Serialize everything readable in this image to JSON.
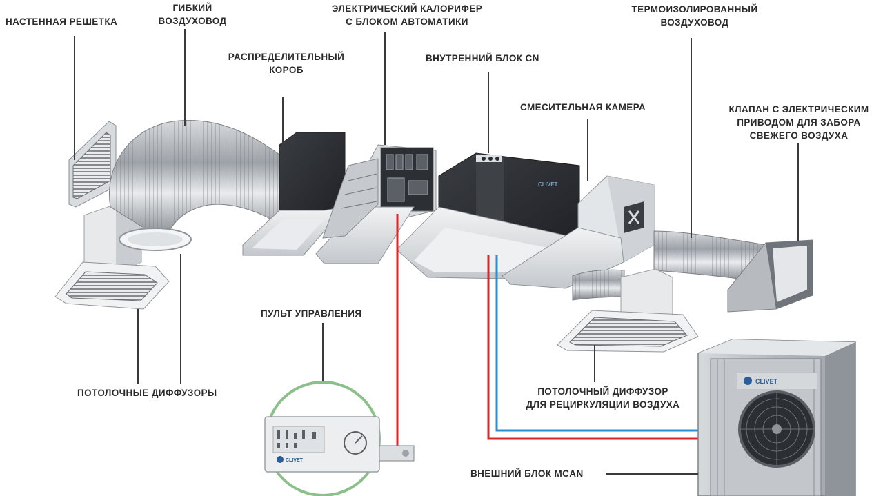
{
  "labels": {
    "wall_grille": "НАСТЕННАЯ РЕШЕТКА",
    "flex_duct_l1": "ГИБКИЙ",
    "flex_duct_l2": "ВОЗДУХОВОД",
    "heater_l1": "ЭЛЕКТРИЧЕСКИЙ КАЛОРИФЕР",
    "heater_l2": "С БЛОКОМ АВТОМАТИКИ",
    "insulated_duct_l1": "ТЕРМОИЗОЛИРОВАННЫЙ",
    "insulated_duct_l2": "ВОЗДУХОВОД",
    "distribution_box_l1": "РАСПРЕДЕЛИТЕЛЬНЫЙ",
    "distribution_box_l2": "КОРОБ",
    "indoor_unit": "ВНУТРЕННИЙ БЛОК CN",
    "mixing_chamber": "СМЕСИТЕЛЬНАЯ КАМЕРА",
    "valve_l1": "КЛАПАН С ЭЛЕКТРИЧЕСКИМ",
    "valve_l2": "ПРИВОДОМ ДЛЯ ЗАБОРА",
    "valve_l3": "СВЕЖЕГО ВОЗДУХА",
    "control_panel": "ПУЛЬТ УПРАВЛЕНИЯ",
    "ceiling_diffusers": "ПОТОЛОЧНЫЕ ДИФФУЗОРЫ",
    "recirc_diffuser_l1": "ПОТОЛОЧНЫЙ ДИФФУЗОР",
    "recirc_diffuser_l2": "ДЛЯ РЕЦИРКУЛЯЦИИ ВОЗДУХА",
    "outdoor_unit": "ВНЕШНИЙ БЛОК MCAN"
  },
  "brand": "CLIVET",
  "colors": {
    "label_text": "#2b2b2b",
    "leader_line": "#3a3a3a",
    "wire_red": "#d8262b",
    "wire_blue": "#2a8fd0",
    "panel_ring": "#8cc08a",
    "metal_light": "#e4e6e8",
    "metal_mid": "#b9bdc1",
    "metal_dark": "#4a4d52",
    "unit_black": "#2a2c30"
  },
  "icons": [
    "flex-duct",
    "distribution-box",
    "electric-heater",
    "indoor-unit",
    "mixing-chamber",
    "insulated-duct",
    "air-valve",
    "ceiling-diffuser",
    "wall-grille",
    "control-panel",
    "outdoor-unit",
    "fan-icon"
  ]
}
